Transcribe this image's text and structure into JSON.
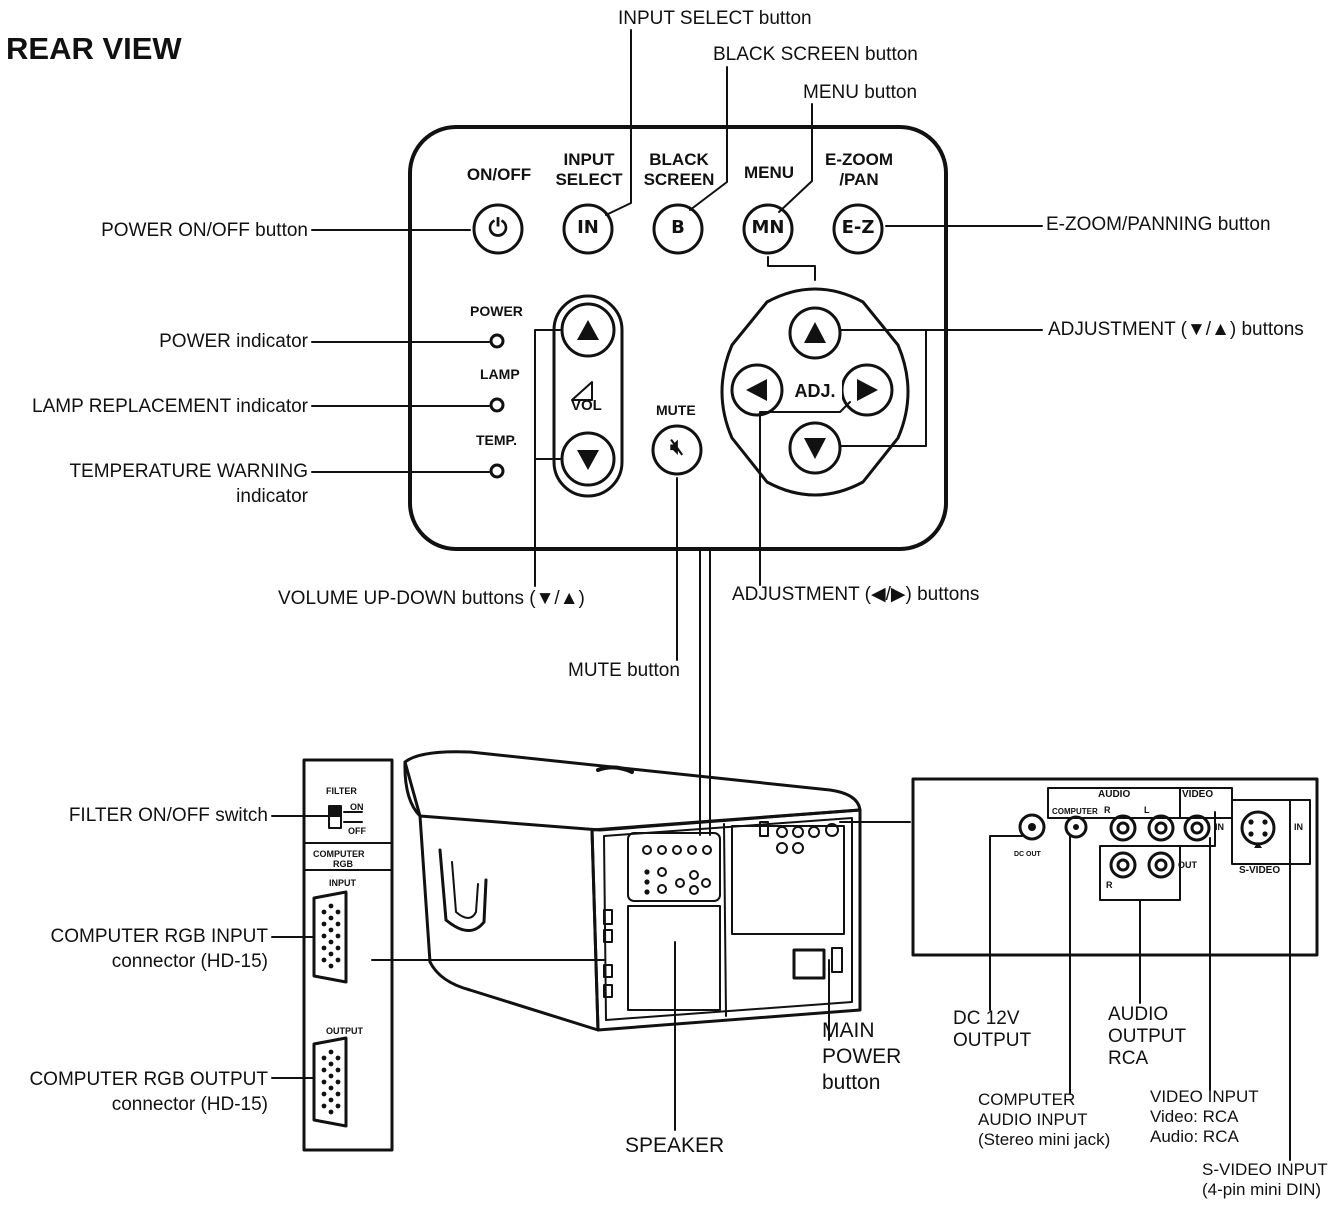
{
  "title": "REAR VIEW",
  "panel": {
    "buttons": [
      {
        "caption": "ON/OFF",
        "face": "⏻"
      },
      {
        "caption": "INPUT\nSELECT",
        "face": "IN"
      },
      {
        "caption": "BLACK\nSCREEN",
        "face": "B"
      },
      {
        "caption": "MENU",
        "face": "MN"
      },
      {
        "caption": "E-ZOOM\n/PAN",
        "face": "E-Z"
      }
    ],
    "indicators": [
      "POWER",
      "LAMP",
      "TEMP."
    ],
    "vol_label": "VOL",
    "mute_label": "MUTE",
    "adj_label": "ADJ."
  },
  "callouts": {
    "input_select": "INPUT SELECT button",
    "black_screen": "BLACK SCREEN button",
    "menu": "MENU button",
    "power_onoff": "POWER ON/OFF button",
    "ezoom": "E-ZOOM/PANNING button",
    "power_ind": "POWER indicator",
    "adj_updown": "ADJUSTMENT (▼/▲) buttons",
    "lamp_ind": "LAMP REPLACEMENT indicator",
    "temp_warn_1": "TEMPERATURE WARNING",
    "temp_warn_2": "indicator",
    "volume": "VOLUME UP-DOWN buttons (▼/▲)",
    "adj_lr": "ADJUSTMENT (◀/▶) buttons",
    "mute": "MUTE button",
    "filter_switch": "FILTER ON/OFF switch",
    "rgb_in_1": "COMPUTER RGB INPUT",
    "rgb_in_2": "connector (HD-15)",
    "rgb_out_1": "COMPUTER RGB OUTPUT",
    "rgb_out_2": "connector (HD-15)",
    "speaker": "SPEAKER",
    "main_power_1": "MAIN",
    "main_power_2": "POWER",
    "main_power_3": "button",
    "dc12_1": "DC 12V",
    "dc12_2": "OUTPUT",
    "audio_out_1": "AUDIO",
    "audio_out_2": "OUTPUT",
    "audio_out_3": "RCA",
    "comp_audio_1": "COMPUTER",
    "comp_audio_2": "AUDIO INPUT",
    "comp_audio_3": "(Stereo mini jack)",
    "video_in_1": "VIDEO INPUT",
    "video_in_2": "Video: RCA",
    "video_in_3": "Audio: RCA",
    "svideo_1": "S-VIDEO INPUT",
    "svideo_2": "(4-pin mini DIN)"
  },
  "side_panel": {
    "filter": "FILTER",
    "on": "ON",
    "off": "OFF",
    "rgb_1": "COMPUTER",
    "rgb_2": "RGB",
    "input": "INPUT",
    "output": "OUTPUT"
  },
  "connector_panel": {
    "audio": "AUDIO",
    "video": "VIDEO",
    "computer": "COMPUTER",
    "r": "R",
    "l": "L",
    "in": "IN",
    "out": "OUT",
    "svideo": "S-VIDEO",
    "dc_out": "DC OUT"
  }
}
